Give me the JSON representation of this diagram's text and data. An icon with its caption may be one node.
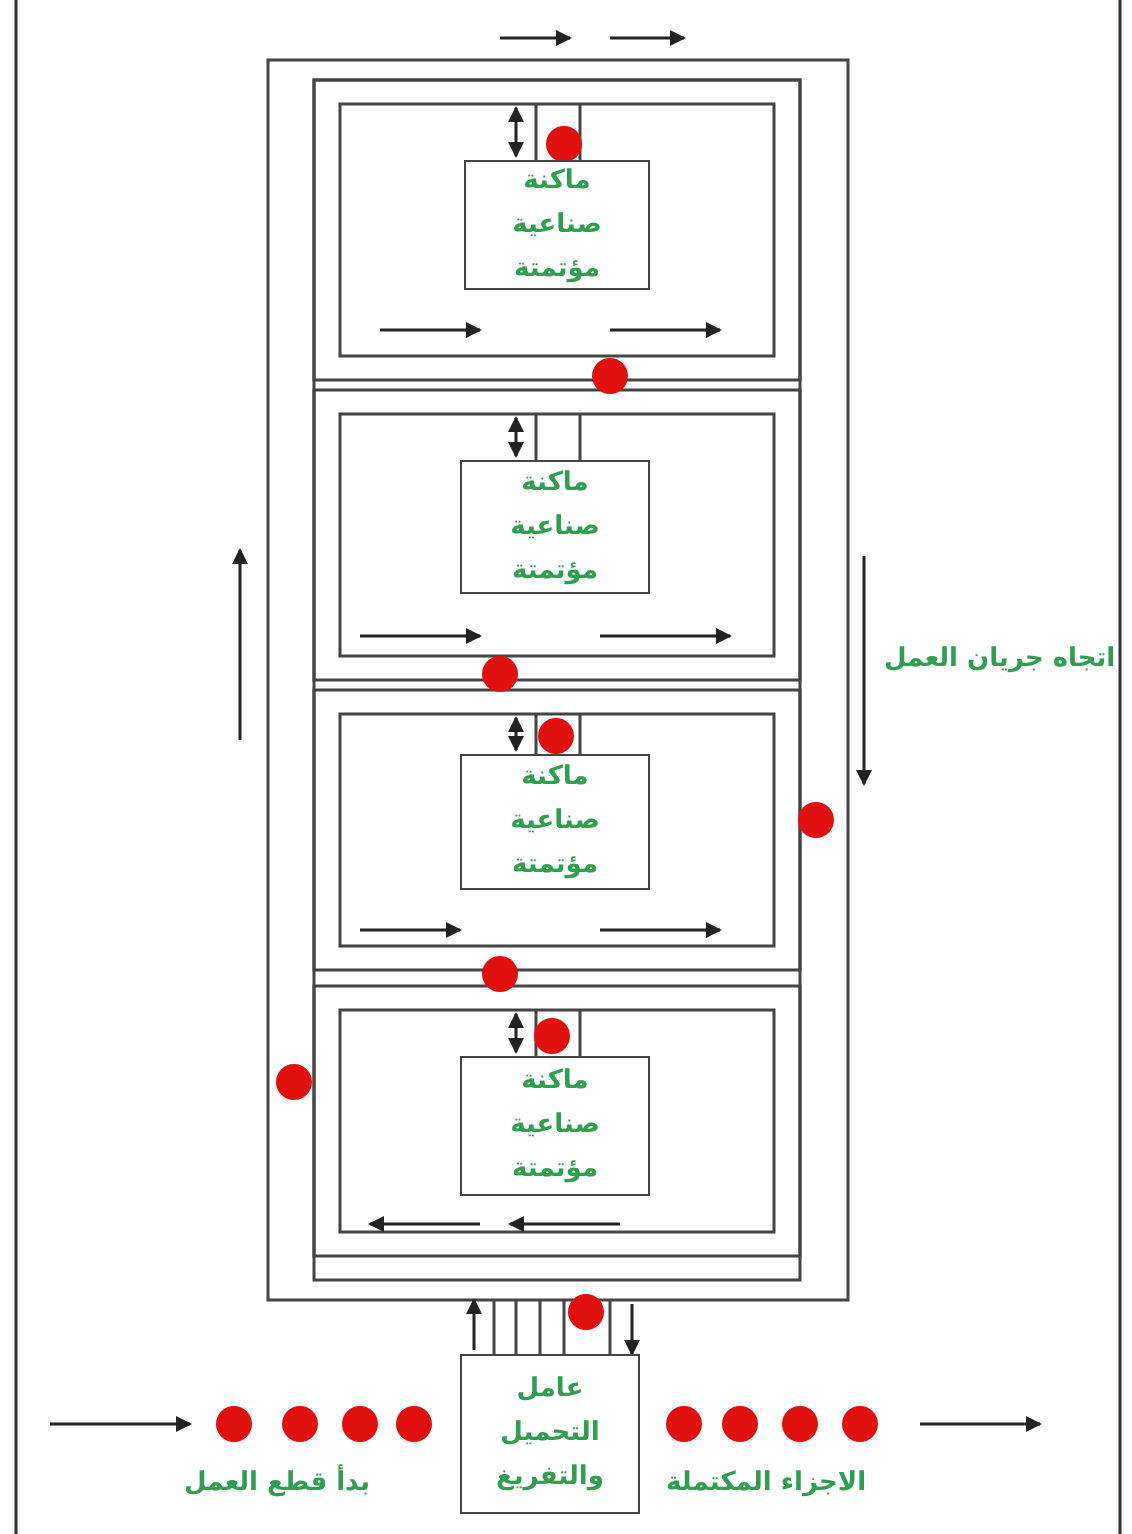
{
  "diagram": {
    "nodes": [
      {
        "text": [
          "ماكنة صناعية مؤتمتة"
        ]
      },
      {
        "text": [
          "ماكنة صناعية مؤتمتة"
        ]
      },
      {
        "text": [
          "ماكنة صناعية مؤتمتة"
        ]
      },
      {
        "text": [
          "ماكنة صناعية مؤتمتة"
        ]
      },
      {
        "text": [
          "عامل التحميل والتفريغ"
        ]
      }
    ],
    "labels": [
      "اتجاه جريان العمل",
      "بدأ قطع العمل",
      "الاجزاء المكتملة"
    ]
  }
}
